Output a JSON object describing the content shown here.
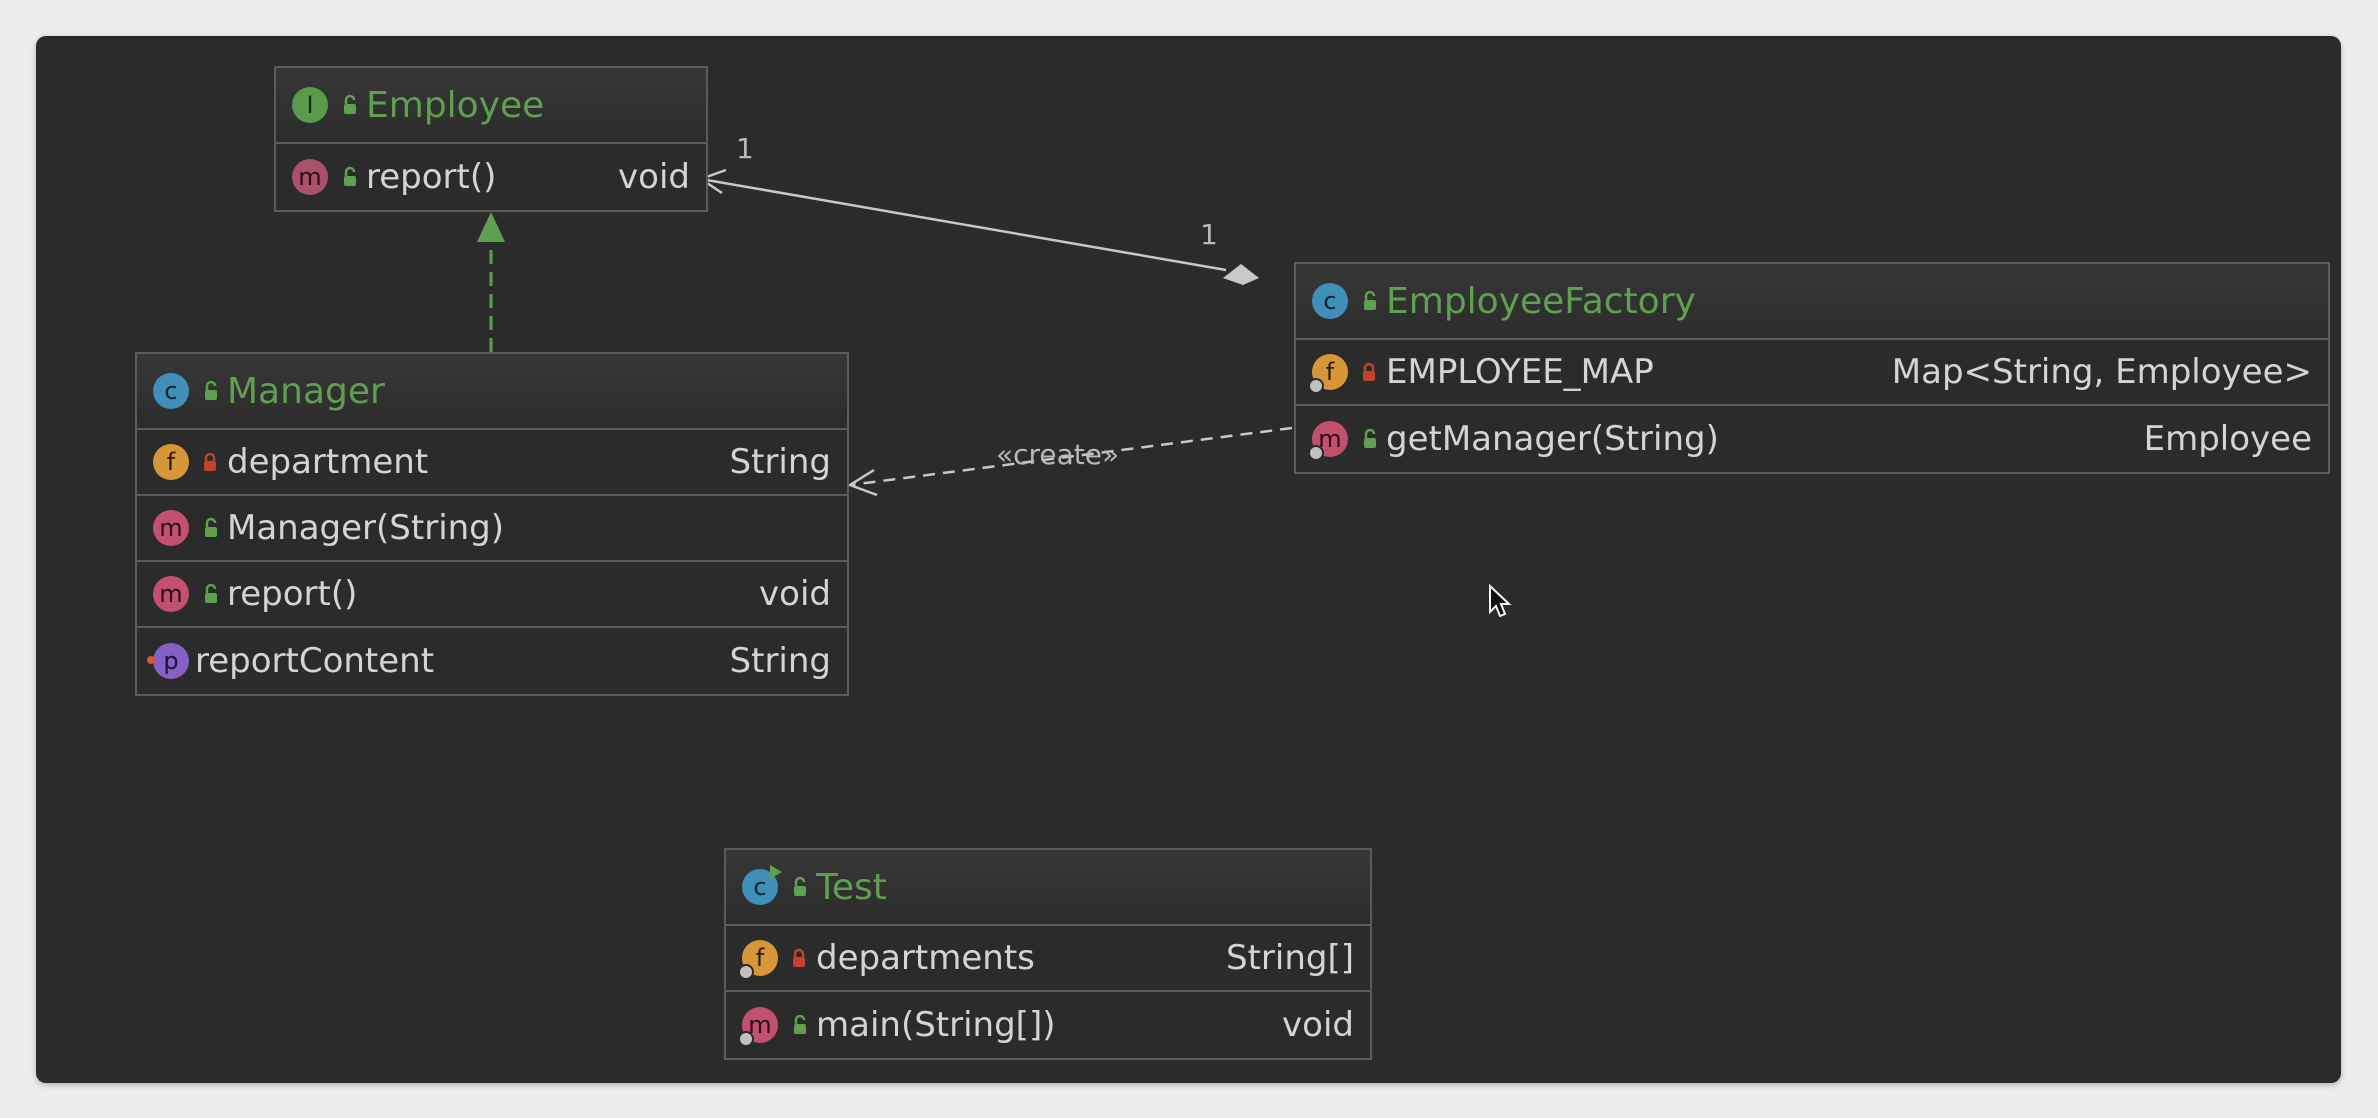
{
  "colors": {
    "background": "#2b2b2b",
    "class_title": "#5ea04f",
    "member_text": "#d4d4d4",
    "border": "#5b5b5b",
    "edge": "#c8c8c8",
    "realization_edge": "#5ea04f"
  },
  "classes": {
    "employee": {
      "kind_icon": "interface-icon",
      "name": "Employee",
      "members": [
        {
          "kind": "method",
          "name": "report()",
          "type": "void"
        }
      ]
    },
    "manager": {
      "kind_icon": "class-icon",
      "name": "Manager",
      "members": [
        {
          "kind": "field",
          "name": "department",
          "type": "String"
        },
        {
          "kind": "method",
          "name": "Manager(String)",
          "type": ""
        },
        {
          "kind": "method",
          "name": "report()",
          "type": "void"
        },
        {
          "kind": "property",
          "name": "reportContent",
          "type": "String"
        }
      ]
    },
    "employee_factory": {
      "kind_icon": "class-icon",
      "name": "EmployeeFactory",
      "members": [
        {
          "kind": "field",
          "name": "EMPLOYEE_MAP",
          "type": "Map<String, Employee>"
        },
        {
          "kind": "method",
          "name": "getManager(String)",
          "type": "Employee"
        }
      ]
    },
    "test": {
      "kind_icon": "runnable-class-icon",
      "name": "Test",
      "members": [
        {
          "kind": "field",
          "name": "departments",
          "type": "String[]"
        },
        {
          "kind": "method",
          "name": "main(String[])",
          "type": "void"
        }
      ]
    }
  },
  "relations": {
    "aggregation": {
      "from": "EmployeeFactory",
      "to": "Employee",
      "source_multiplicity": "1",
      "target_multiplicity": "1"
    },
    "dependency": {
      "from": "EmployeeFactory",
      "to": "Manager",
      "stereotype": "«create»"
    },
    "realization": {
      "from": "Manager",
      "to": "Employee"
    }
  }
}
